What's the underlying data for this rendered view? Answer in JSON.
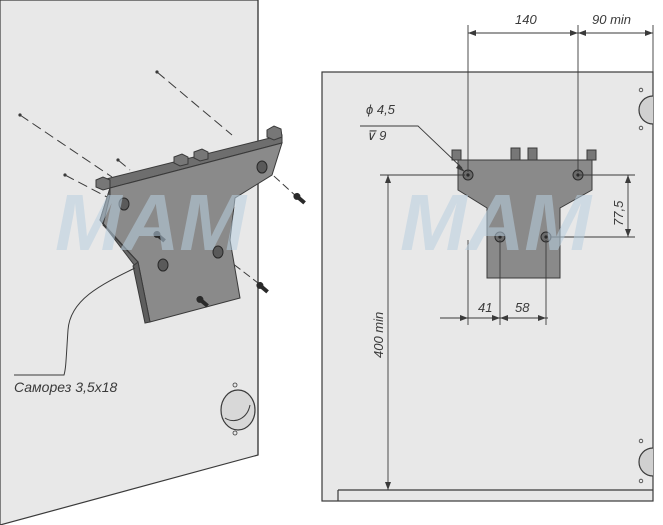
{
  "watermark_left": "MAM",
  "watermark_right": "MAM",
  "screw_callout": "Саморез 3,5х18",
  "dimensions": {
    "top_left": "140",
    "top_right": "90 min",
    "hole_diameter": "ϕ 4,5",
    "hole_depth": "⊽ 9",
    "vertical_small": "77,5",
    "vertical_large": "400 min",
    "bottom_left": "41",
    "bottom_right": "58"
  },
  "colors": {
    "panel": "#e8e8e8",
    "bracket": "#8a8a8a",
    "line": "#3a3a3a",
    "watermark": "#b9cfe0"
  }
}
